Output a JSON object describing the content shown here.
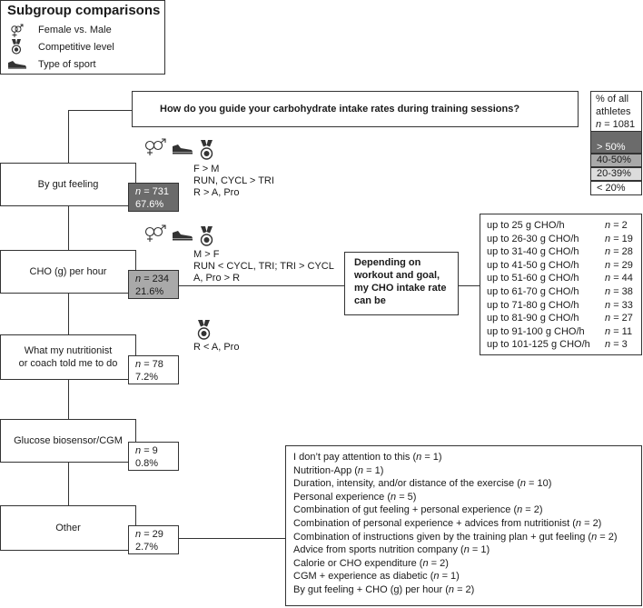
{
  "legend": {
    "title": "Subgroup comparisons",
    "items": [
      {
        "icon": "gender-icon",
        "label": "Female vs. Male"
      },
      {
        "icon": "medal-icon",
        "label": "Competitive level"
      },
      {
        "icon": "shoe-icon",
        "label": "Type of sport"
      }
    ]
  },
  "question": "How do you guide your carbohydrate intake rates during training sessions?",
  "scale": {
    "title_line1": "% of all",
    "title_line2": "athletes",
    "n_label": "n",
    "n_value": "= 1081",
    "bins": [
      {
        "label": "> 50%",
        "color": "#6b6b6b",
        "text_color": "#ffffff"
      },
      {
        "label": "40-50%",
        "color": "#a9a9a9",
        "text_color": "#1a1a1a"
      },
      {
        "label": "20-39%",
        "color": "#dcdcdc",
        "text_color": "#1a1a1a"
      },
      {
        "label": "< 20%",
        "color": "#ffffff",
        "text_color": "#1a1a1a"
      }
    ]
  },
  "categories": [
    {
      "label": "By gut feeling",
      "n_label": "n",
      "n_value": "= 731",
      "pct": "67.6%",
      "shade": "dark",
      "comparisons": [
        "F > M",
        "RUN, CYCL > TRI",
        "R > A, Pro"
      ]
    },
    {
      "label": "CHO (g) per hour",
      "n_label": "n",
      "n_value": "= 234",
      "pct": "21.6%",
      "shade": "mid",
      "comparisons": [
        "M > F",
        "RUN < CYCL, TRI; TRI > CYCL",
        "A, Pro > R"
      ]
    },
    {
      "label_line1": "What my nutritionist",
      "label_line2": "or coach told me to do",
      "n_label": "n",
      "n_value": "= 78",
      "pct": "7.2%",
      "shade": "white",
      "comparisons": [
        "R < A, Pro"
      ]
    },
    {
      "label": "Glucose biosensor/CGM",
      "n_label": "n",
      "n_value": "= 9",
      "pct": "0.8%",
      "shade": "white"
    },
    {
      "label": "Other",
      "n_label": "n",
      "n_value": "= 29",
      "pct": "2.7%",
      "shade": "white"
    }
  ],
  "depending": {
    "line1": "Depending on",
    "line2": "workout and goal,",
    "line3": "my CHO intake rate",
    "line4": "can be"
  },
  "cho_rates": [
    {
      "range": "up to 25 g CHO/h",
      "n_label": "n",
      "n_value": "= 2"
    },
    {
      "range": "up to 26-30 g CHO/h",
      "n_label": "n",
      "n_value": "= 19"
    },
    {
      "range": "up to 31-40 g CHO/h",
      "n_label": "n",
      "n_value": "= 28"
    },
    {
      "range": "up to 41-50 g CHO/h",
      "n_label": "n",
      "n_value": "= 29"
    },
    {
      "range": "up to 51-60 g CHO/h",
      "n_label": "n",
      "n_value": "= 44"
    },
    {
      "range": "up to 61-70 g CHO/h",
      "n_label": "n",
      "n_value": "= 38"
    },
    {
      "range": "up to 71-80 g CHO/h",
      "n_label": "n",
      "n_value": "= 33"
    },
    {
      "range": "up to 81-90 g CHO/h",
      "n_label": "n",
      "n_value": "= 27"
    },
    {
      "range": "up to 91-100 g CHO/h",
      "n_label": "n",
      "n_value": "= 11"
    },
    {
      "range": "up to 101-125 g CHO/h",
      "n_label": "n",
      "n_value": "= 3"
    }
  ],
  "other_answers": [
    {
      "text": "I don’t pay attention to this (",
      "n_label": "n",
      "suffix": " = 1)"
    },
    {
      "text": "Nutrition-App (",
      "n_label": "n",
      "suffix": " = 1)"
    },
    {
      "text": "Duration, intensity, and/or distance of the exercise (",
      "n_label": "n",
      "suffix": " = 10)"
    },
    {
      "text": "Personal experience (",
      "n_label": "n",
      "suffix": " = 5)"
    },
    {
      "text": "Combination of gut feeling + personal experience (",
      "n_label": "n",
      "suffix": " = 2)"
    },
    {
      "text": "Combination of personal experience + advices from nutritionist (",
      "n_label": "n",
      "suffix": " = 2)"
    },
    {
      "text": "Combination of instructions given by the training plan + gut feeling (",
      "n_label": "n",
      "suffix": " = 2)"
    },
    {
      "text": "Advice from sports nutrition company (",
      "n_label": "n",
      "suffix": " = 1)"
    },
    {
      "text": "Calorie or CHO expenditure (",
      "n_label": "n",
      "suffix": " = 2)"
    },
    {
      "text": "CGM + experience as diabetic (",
      "n_label": "n",
      "suffix": " = 1)"
    },
    {
      "text": "By gut feeling + CHO (g) per hour (",
      "n_label": "n",
      "suffix": " = 2)"
    }
  ]
}
